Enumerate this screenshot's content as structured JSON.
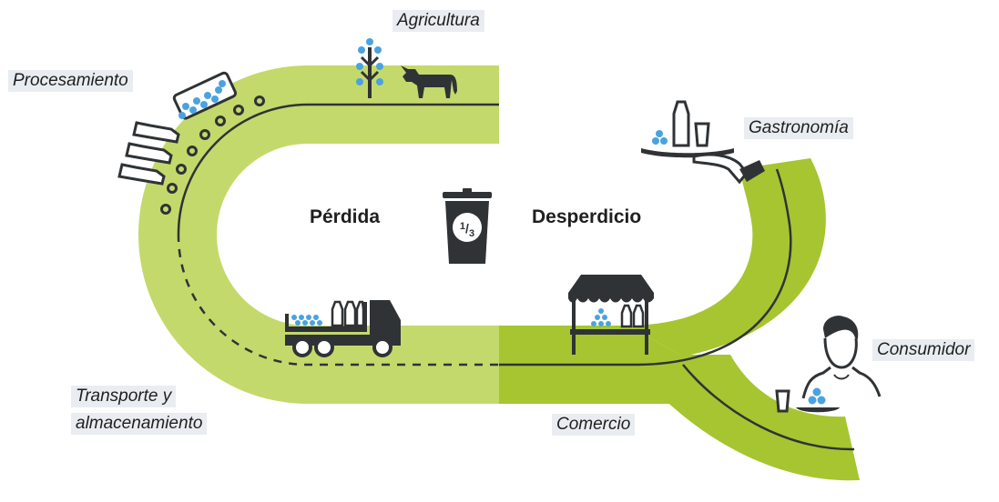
{
  "stages": {
    "agricultura": "Agricultura",
    "procesamiento": "Procesamiento",
    "transporte_line1": "Transporte y",
    "transporte_line2": "almacenamiento",
    "comercio": "Comercio",
    "gastronomia": "Gastronomía",
    "consumidor": "Consumidor"
  },
  "center": {
    "loss_label": "Pérdida",
    "waste_label": "Desperdicio",
    "fraction_numerator": "1",
    "fraction_denominator": "3"
  },
  "colors": {
    "loss_path": "#c4d96b",
    "waste_path": "#a6c530",
    "dark": "#2f3336",
    "food_blue": "#4aa3df",
    "label_bg": "#e9edf1"
  },
  "icons": [
    "tree-icon",
    "cow-icon",
    "conveyor-icon",
    "milk-bottles-icon",
    "truck-icon",
    "market-stall-icon",
    "trash-bin-icon",
    "serving-tray-icon",
    "person-icon",
    "food-plate-icon"
  ]
}
